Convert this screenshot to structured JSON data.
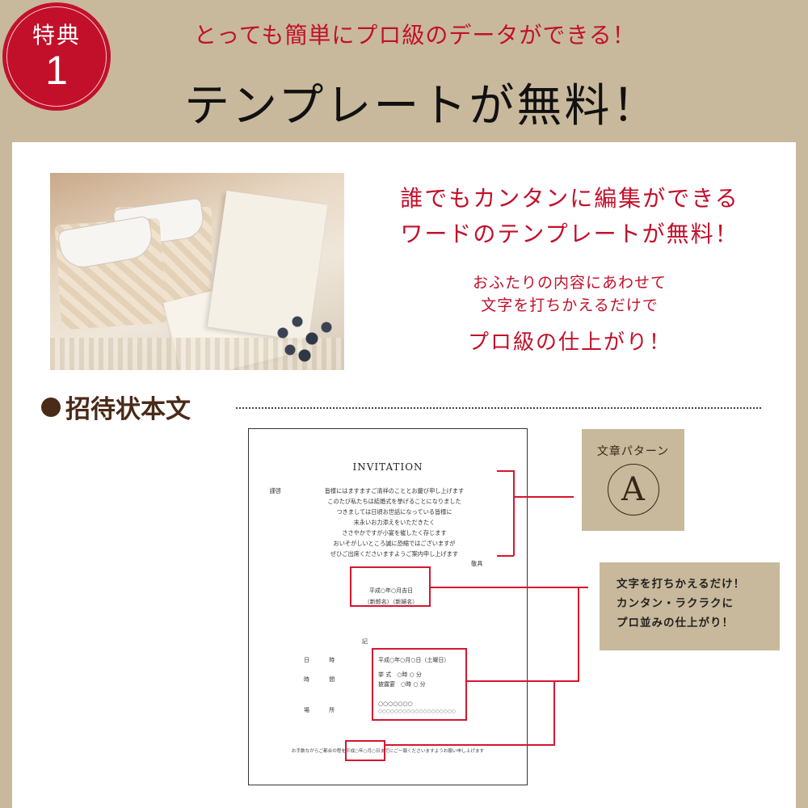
{
  "colors": {
    "frame": "#c8b99c",
    "accent_red": "#c2102b",
    "heading_brown": "#4a2a18"
  },
  "badge": {
    "label": "特典",
    "number": "1"
  },
  "header": {
    "subtitle": "とっても簡単にプロ級のデータができる！",
    "title": "テンプレートが無料！"
  },
  "intro": {
    "photo_alt": "wedding-invitation-cards-photo",
    "headline": [
      "誰でもカンタンに編集ができる",
      "ワードのテンプレートが無料！"
    ],
    "body": [
      "おふたりの内容にあわせて",
      "文字を打ちかえるだけで"
    ],
    "tagline": "プロ級の仕上がり！"
  },
  "section": {
    "title": "招待状本文"
  },
  "document": {
    "title": "INVITATION",
    "salutation": "謹啓",
    "body_lines": [
      "皆様にはますますご清祥のこととお慶び申し上げます",
      "このたび私たちは結婚式を挙げることになりました",
      "つきましては日頃お世話になっている皆様に",
      "末永いお力添えをいただきたく",
      "ささやかですが小宴を催したく存じます",
      "おいそがしいところ誠に恐縮ではございますが",
      "ぜひご出席くださいますようご案内申し上げます"
    ],
    "closing": "敬具",
    "sign_date": "平成○年○月吉日",
    "sign_names": "（新郎名）（新婦名）",
    "ki": "記",
    "labels": {
      "datetime": "日 時",
      "time": "時 間",
      "place": "場 所"
    },
    "details": {
      "date": "平成○年○月○日（土曜日）",
      "ceremony": "挙 式　○時 ○ 分",
      "reception": "披露宴　○時 ○ 分",
      "venue_name": "○○○○○○○",
      "venue_address": "○○○○○○○○○○○○○○○○○○○"
    },
    "footer_pre": "お手数ながらご都合の程を",
    "footer_date": "平成○年○月○日",
    "footer_post": "までにご一報くださいますようお願い申し上げます"
  },
  "pattern": {
    "label": "文章パターン",
    "letter": "A"
  },
  "note": {
    "lines": [
      "文字を打ちかえるだけ！",
      "カンタン・ラクラクに",
      "プロ並みの仕上がり！"
    ]
  }
}
